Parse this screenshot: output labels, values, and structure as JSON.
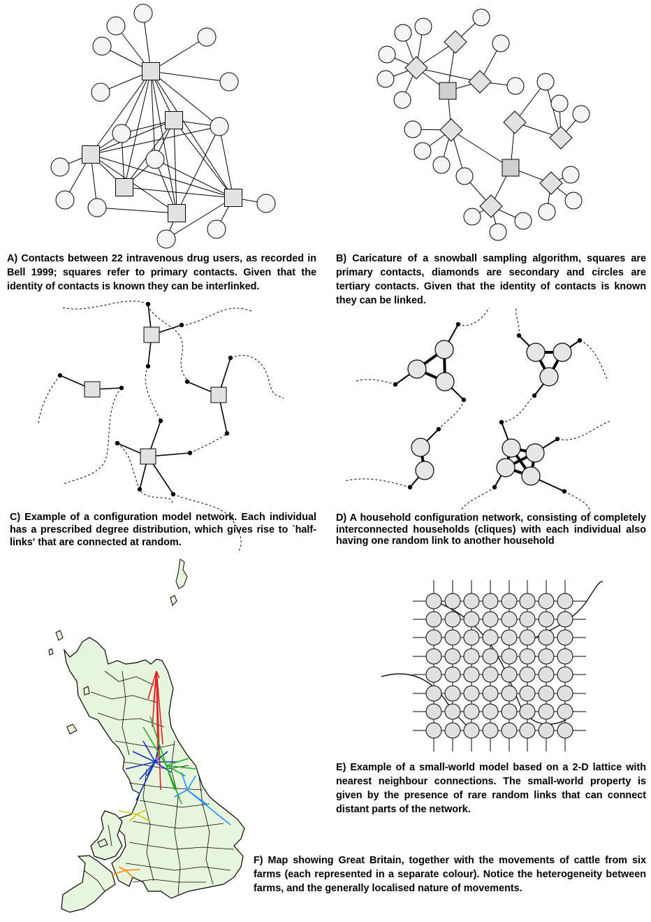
{
  "captions": {
    "a": "A) Contacts between 22 intravenous drug users, as recorded in Bell 1999; squares refer to primary contacts. Given that the identity of contacts is known they can be interlinked.",
    "b": "B) Caricature of a snowball sampling algorithm, squares are primary contacts, diamonds are secondary and circles are tertiary contacts. Given that the identity of contacts is known they can be linked.",
    "c": "C) Example of a configuration model network. Each individual has a prescribed degree distribution, which gives rise to `half-links' that are connected at random.",
    "d": "D) A household configuration network, consisting of completely interconnected households (cliques) with each individual also having one random link to another household",
    "e": "E) Example of a small-world model based on a 2-D lattice with nearest neighbour connections. The small-world property is given by the presence of rare random links that can connect distant parts of the network.",
    "f": "F) Map showing Great Britain, together with the movements of cattle from six farms (each represented in a separate colour). Notice the heterogeneity between farms, and the generally localised nature of movements."
  },
  "colors": {
    "node_fill": "#f5f5f5",
    "square_fill": "#e2e2e2",
    "dark_square_fill": "#cfcfcf",
    "map_land": "#e6f5dc",
    "farm_colors": [
      "#e02020",
      "#1030c0",
      "#20b020",
      "#1e90ff",
      "#c8c820",
      "#ff8c00"
    ]
  },
  "legend_note": "six farms, each represented in a separate colour"
}
